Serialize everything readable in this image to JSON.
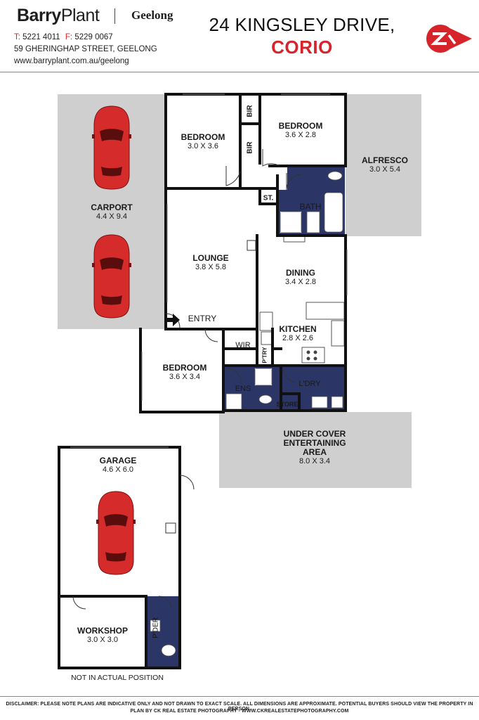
{
  "brand": {
    "logo_text_bold": "Barry",
    "logo_text_regular": "Plant",
    "office": "Geelong",
    "phone_label": "T:",
    "phone": "5221 4011",
    "fax_label": "F:",
    "fax": "5229 0067",
    "office_address": "59 GHERINGHAP STREET, GEELONG",
    "website": "www.barryplant.com.au/geelong",
    "red": "#d6242a",
    "dark": "#1e1e1e"
  },
  "property": {
    "street": "24 KINGSLEY DRIVE,",
    "suburb": "CORIO"
  },
  "colors": {
    "outdoor_area": "#cfcfcf",
    "wet_area": "#2b3566",
    "wall": "#111111",
    "car": "#d52b2b"
  },
  "rooms": {
    "bedroom_left": {
      "name": "BEDROOM",
      "dims": "3.0 X 3.6"
    },
    "bedroom_right": {
      "name": "BEDROOM",
      "dims": "3.6 X 2.8"
    },
    "bedroom_lower": {
      "name": "BEDROOM",
      "dims": "3.6 X 3.4"
    },
    "alfresco": {
      "name": "ALFRESCO",
      "dims": "3.0 X 5.4"
    },
    "carport": {
      "name": "CARPORT",
      "dims": "4.4 X 9.4"
    },
    "lounge": {
      "name": "LOUNGE",
      "dims": "3.8 X 5.8"
    },
    "dining": {
      "name": "DINING",
      "dims": "3.4 X 2.8"
    },
    "kitchen": {
      "name": "KITCHEN",
      "dims": "2.8 X 2.6"
    },
    "under_cover": {
      "line1": "UNDER COVER",
      "line2": "ENTERTAINING",
      "line3": "AREA",
      "dims": "8.0 X 3.4"
    },
    "garage": {
      "name": "GARAGE",
      "dims": "4.6 X 6.0"
    },
    "workshop": {
      "name": "WORKSHOP",
      "dims": "3.0 X 3.0"
    }
  },
  "small_labels": {
    "bir": "BIR",
    "bath": "BATH",
    "st": "ST.",
    "entry": "ENTRY",
    "wir": "WIR",
    "pantry": "P'TRY",
    "ens": "ENS",
    "laundry": "L'DRY",
    "store": "STORE",
    "powder": "P'DER"
  },
  "notes": {
    "not_actual_position": "NOT IN ACTUAL POSITION",
    "disclaimer": "DISCLAIMER: PLEASE NOTE PLANS ARE INDICATIVE ONLY AND NOT DRAWN TO EXACT SCALE. ALL DIMENSIONS ARE APPROXIMATE.  POTENTIAL BUYERS SHOULD VIEW THE PROPERTY IN PERSON.",
    "credit": "PLAN BY CK REAL ESTATE PHOTOGRAPHY - WWW.CKREALESTATEPHOTOGRAPHY.COM"
  }
}
